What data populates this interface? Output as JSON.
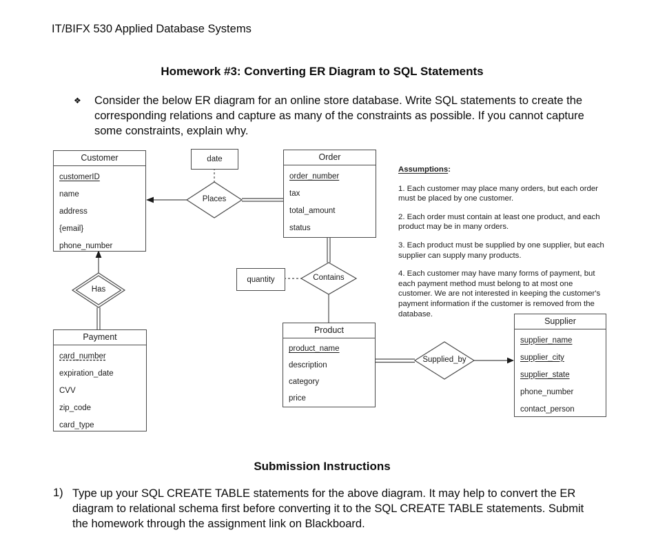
{
  "header": {
    "course": "IT/BIFX 530 Applied Database Systems"
  },
  "title": "Homework #3: Converting ER Diagram to SQL Statements",
  "task": {
    "bullet": "❖",
    "text": "Consider the below ER diagram for an online store database. Write SQL statements to create the corresponding relations and capture as many of the constraints as possible. If you cannot capture some constraints, explain why."
  },
  "diagram": {
    "colors": {
      "line": "#4a4a4a",
      "text": "#1a1a1a"
    },
    "entities": {
      "customer": {
        "title": "Customer",
        "attributes": [
          {
            "label": "customerID",
            "key": "solid"
          },
          {
            "label": "name",
            "key": "none"
          },
          {
            "label": "address",
            "key": "none"
          },
          {
            "label": "{email}",
            "key": "none"
          },
          {
            "label": "phone_number",
            "key": "none"
          }
        ]
      },
      "order": {
        "title": "Order",
        "attributes": [
          {
            "label": "order_number",
            "key": "solid"
          },
          {
            "label": "tax",
            "key": "none"
          },
          {
            "label": "total_amount",
            "key": "none"
          },
          {
            "label": "status",
            "key": "none"
          }
        ]
      },
      "payment": {
        "title": "Payment",
        "attributes": [
          {
            "label": "card_number",
            "key": "dashed"
          },
          {
            "label": "expiration_date",
            "key": "none"
          },
          {
            "label": "CVV",
            "key": "none"
          },
          {
            "label": "zip_code",
            "key": "none"
          },
          {
            "label": "card_type",
            "key": "none"
          }
        ]
      },
      "product": {
        "title": "Product",
        "attributes": [
          {
            "label": "product_name",
            "key": "solid"
          },
          {
            "label": "description",
            "key": "none"
          },
          {
            "label": "category",
            "key": "none"
          },
          {
            "label": "price",
            "key": "none"
          }
        ]
      },
      "supplier": {
        "title": "Supplier",
        "attributes": [
          {
            "label": "supplier_name",
            "key": "solid"
          },
          {
            "label": "supplier_city",
            "key": "solid"
          },
          {
            "label": "supplier_state",
            "key": "solid"
          },
          {
            "label": "phone_number",
            "key": "none"
          },
          {
            "label": "contact_person",
            "key": "none"
          }
        ]
      }
    },
    "relationships": {
      "places": {
        "label": "Places"
      },
      "has": {
        "label": "Has"
      },
      "contains": {
        "label": "Contains"
      },
      "supplied_by": {
        "label": "Supplied_by"
      }
    },
    "attribute_nodes": {
      "date": {
        "label": "date"
      },
      "quantity": {
        "label": "quantity"
      }
    },
    "assumptions": {
      "heading": "Assumptions",
      "colon": ":",
      "items": [
        "1.  Each customer may place many orders, but each order must be placed by one customer.",
        "2.  Each order must contain at least one product, and each product may be in many orders.",
        "3.  Each product must be supplied by one supplier, but each supplier can supply many products.",
        "4.  Each customer may have many forms of payment, but each payment method must belong to at most one customer.  We are not interested in keeping the customer's payment information if the customer is removed from the database."
      ]
    }
  },
  "submission": {
    "heading": "Submission Instructions",
    "number": "1)",
    "text": "Type up your SQL CREATE TABLE statements for the above diagram. It may help to convert the ER diagram to relational schema first before converting it to the SQL CREATE TABLE statements. Submit the homework through the assignment link on Blackboard."
  }
}
